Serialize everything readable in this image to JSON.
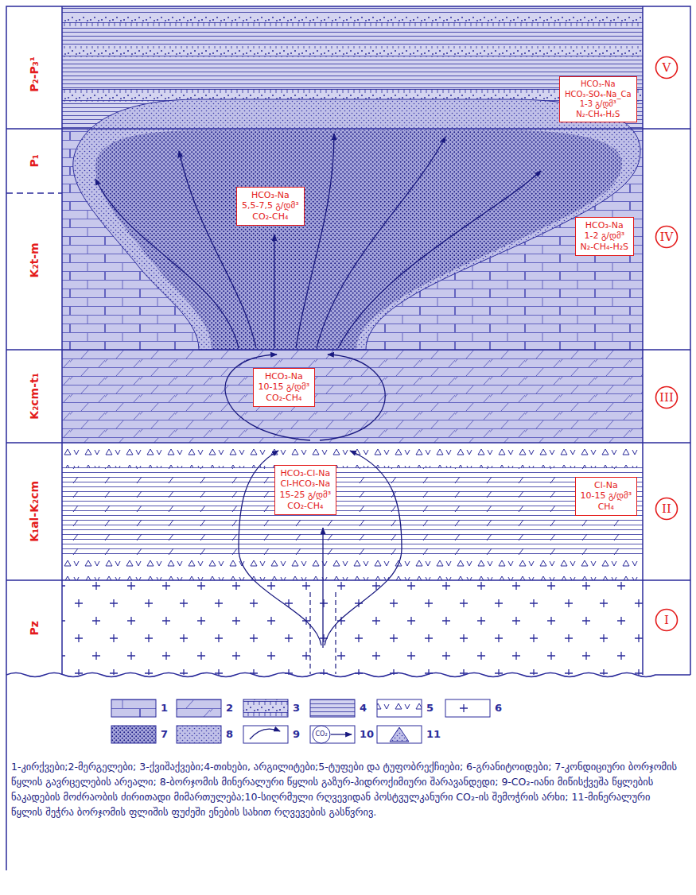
{
  "diagram": {
    "caption": "1-კირქვები;2-მერგელები; 3-ქვიშაქვები;4-თიხები, არგილიტები;5-ტუფები და ტუფობრექჩიები; 6-გრანიტოიდები; 7-კონდიციური ბორჯომის წყლის გავრცელების არეალი; 8-ბორჯომის მინერალური წყლის გაზურ-ჰიდროქიმიური შარავანდედი; 9-CO₂-იანი მიწისქვეშა წყლების ნაკადების მოძრაობის ძირითადი მიმართულება;10-სიღრმული რღვევიდან პოსტვულკანური CO₂-ის შემოჭრის არხი; 11-მინერალური წყლის შეჭრა ბორჯომის ფლიშის ფუძეში ენების სახით რღვევების გასწვრივ.",
    "nodes": [
      {
        "text": [
          "P₂-P₃¹"
        ]
      },
      {
        "text": [
          "HCO₃-Na",
          "HCO₃-SO₄-Na_Ca",
          "1-3 გ/დმ³",
          "N₂-CH₄-H₂S"
        ],
        "in": 0
      },
      {
        "text": [
          "V"
        ],
        "in": 0
      },
      {
        "text": [
          "P₁",
          "K₂t-m"
        ]
      },
      {
        "text": [
          "HCO₃-Na",
          "5,5-7,5 გ/დმ³",
          "CO₂-CH₄"
        ],
        "in": 3
      },
      {
        "text": [
          "HCO₃-Na",
          "1-2 გ/დმ³",
          "N₂-CH₄-H₂S"
        ],
        "in": 3
      },
      {
        "text": [
          "IV"
        ],
        "in": 3
      },
      {
        "text": [
          "K₂cm-t₁"
        ]
      },
      {
        "text": [
          "HCO₃-Na",
          "10-15 გ/დმ³",
          "CO₂-CH₄"
        ],
        "in": 7
      },
      {
        "text": [
          "III"
        ],
        "in": 7
      },
      {
        "text": [
          "K₁al-K₂cm"
        ]
      },
      {
        "text": [
          "HCO₃-Cl-Na",
          "Cl-HCO₃-Na",
          "15-25 გ/დმ³",
          "CO₂-CH₄"
        ],
        "in": 10
      },
      {
        "text": [
          "Cl-Na",
          "10-15 გ/დმ³",
          "CH₄"
        ],
        "in": 10
      },
      {
        "text": [
          "II"
        ],
        "in": 10
      },
      {
        "text": [
          "Pz"
        ]
      },
      {
        "text": [
          "I"
        ],
        "in": 14
      }
    ],
    "labels": [
      "CO₂"
    ],
    "legend": [
      {
        "text": "1"
      },
      {
        "text": "2"
      },
      {
        "text": "3"
      },
      {
        "text": "4"
      },
      {
        "text": "5"
      },
      {
        "text": "6"
      },
      {
        "text": "7"
      },
      {
        "text": "8"
      },
      {
        "text": "9"
      },
      {
        "text": "10"
      },
      {
        "text": "11"
      }
    ]
  }
}
